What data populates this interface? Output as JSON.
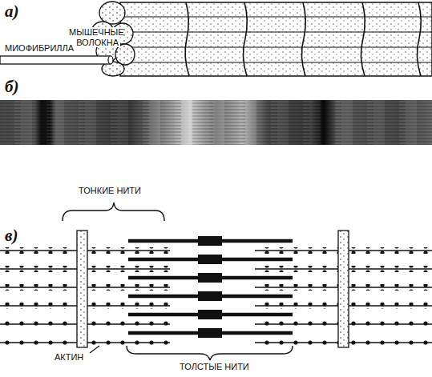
{
  "diagram": {
    "labels": [
      "а)",
      "МЫШЕЧНЫЕ ВОЛОКНА",
      "МИОФИБРИЛЛА",
      "б)",
      "в)",
      "ТОНКИЕ НИТИ",
      "АКТИН",
      "ТОЛСТЫЕ НИТИ"
    ]
  }
}
